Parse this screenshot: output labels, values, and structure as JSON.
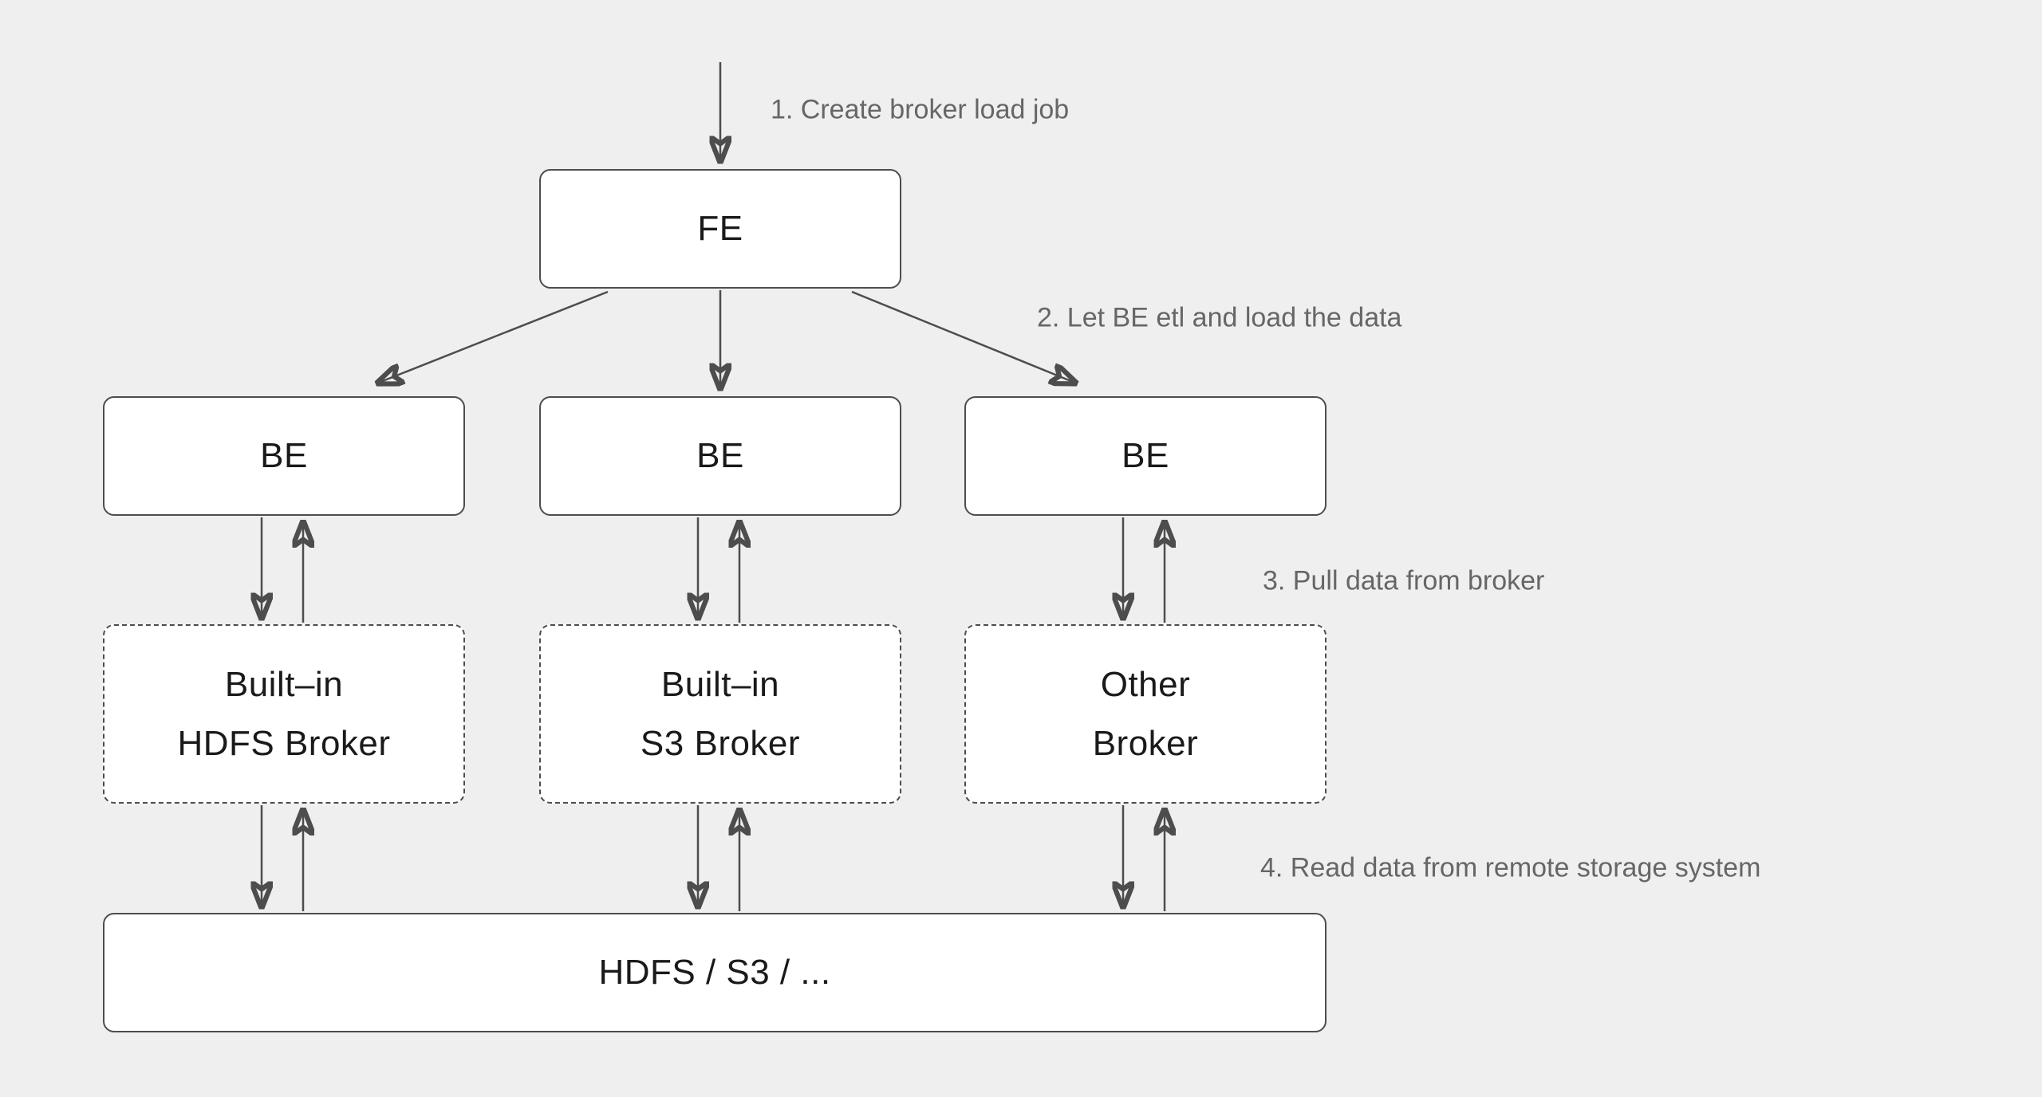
{
  "colors": {
    "background": "#efefef",
    "stroke": "#4d4d4d",
    "node_fill": "#ffffff",
    "node_text": "#1a1a1a",
    "annotation_text": "#666666"
  },
  "nodes": {
    "fe": {
      "label": "FE"
    },
    "be1": {
      "label": "BE"
    },
    "be2": {
      "label": "BE"
    },
    "be3": {
      "label": "BE"
    },
    "broker1": {
      "line1": "Built–in",
      "line2": "HDFS Broker"
    },
    "broker2": {
      "line1": "Built–in",
      "line2": "S3 Broker"
    },
    "broker3": {
      "line1": "Other",
      "line2": "Broker"
    },
    "storage": {
      "label": "HDFS / S3 / ..."
    }
  },
  "annotations": {
    "step1": "1. Create broker load job",
    "step2": "2. Let BE etl and load the data",
    "step3": "3. Pull data from broker",
    "step4": "4. Read data from remote storage system"
  }
}
